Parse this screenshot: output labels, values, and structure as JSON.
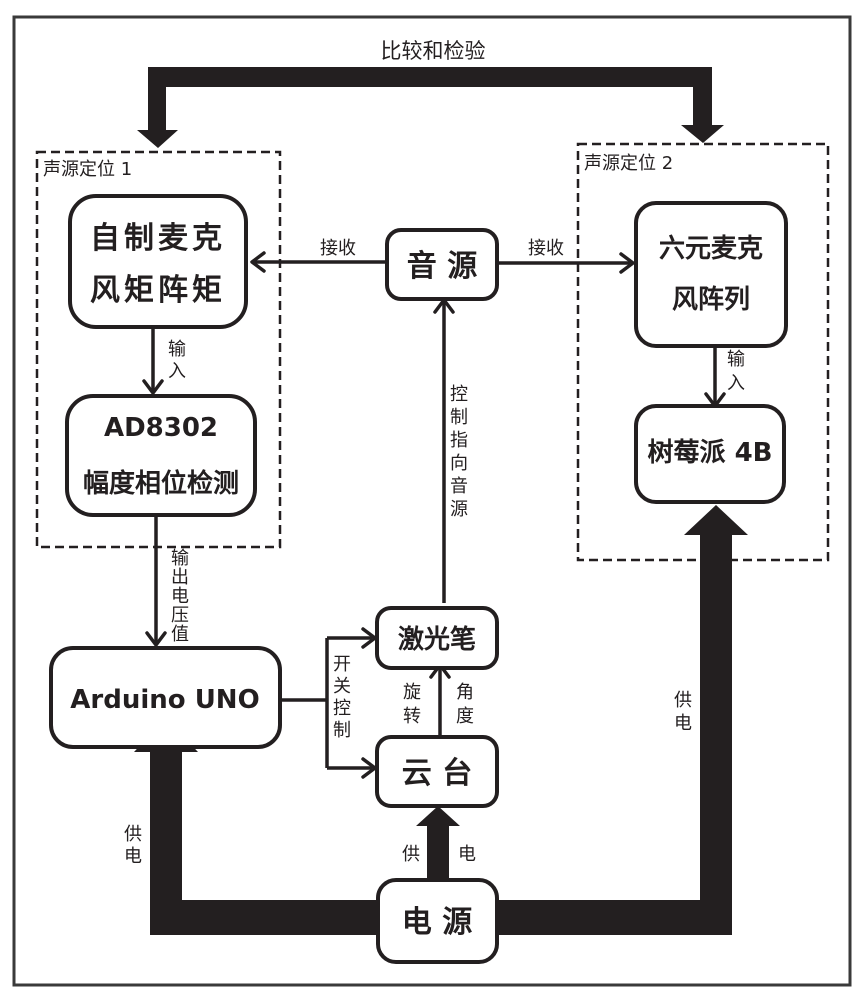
{
  "top_label": "比较和检验",
  "groups": {
    "left": {
      "title": "声源定位 1"
    },
    "right": {
      "title": "声源定位 2"
    }
  },
  "nodes": {
    "mic_array_custom": {
      "line1": "自制麦克",
      "line2": "风矩阵矩"
    },
    "ad8302": {
      "line1": "AD8302",
      "line2": "幅度相位检测"
    },
    "sound_source": {
      "label": "音 源"
    },
    "six_mic_array": {
      "line1": "六元麦克",
      "line2": "风阵列"
    },
    "raspberry_pi": {
      "label": "树莓派 4B"
    },
    "arduino": {
      "label": "Arduino UNO"
    },
    "laser_pen": {
      "label": "激光笔"
    },
    "gimbal": {
      "label": "云 台"
    },
    "power": {
      "label": "电 源"
    }
  },
  "edges": {
    "receive_left": "接收",
    "receive_right": "接收",
    "input_left": [
      "输",
      "入"
    ],
    "input_right": [
      "输",
      "入"
    ],
    "output_voltage": [
      "输",
      "出",
      "电",
      "压",
      "值"
    ],
    "control_point": [
      "控",
      "制",
      "指",
      "向",
      "音",
      "源"
    ],
    "switch_control": [
      "开",
      "关",
      "控",
      "制"
    ],
    "rotate": [
      "旋",
      "转"
    ],
    "angle": [
      "角",
      "度"
    ],
    "power_left": [
      "供",
      "电"
    ],
    "power_right": [
      "供",
      "电"
    ],
    "power_gimbal_left": "供",
    "power_gimbal_right": "电"
  }
}
